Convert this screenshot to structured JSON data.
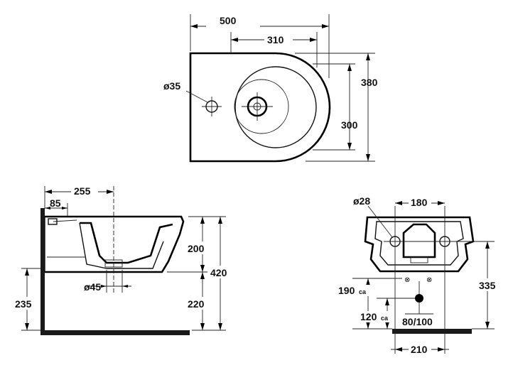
{
  "top_view": {
    "width_total": "500",
    "bowl_center_offset": "310",
    "depth_total": "380",
    "bowl_depth": "300",
    "tap_hole_diameter": "ø35"
  },
  "side_view": {
    "bowl_front_offset": "255",
    "tap_offset": "85",
    "bowl_height": "200",
    "total_height": "420",
    "floor_to_rim_lower": "220",
    "floor_clearance": "235",
    "drain_diameter": "ø45"
  },
  "front_view": {
    "fixing_spacing": "180",
    "fixing_hole_diameter": "ø28",
    "height": "335",
    "supply_height": "190",
    "supply_height_suffix": "ca",
    "drain_height": "120",
    "drain_height_suffix": "ca",
    "drain_range": "80/100",
    "bracket_spacing": "210"
  }
}
